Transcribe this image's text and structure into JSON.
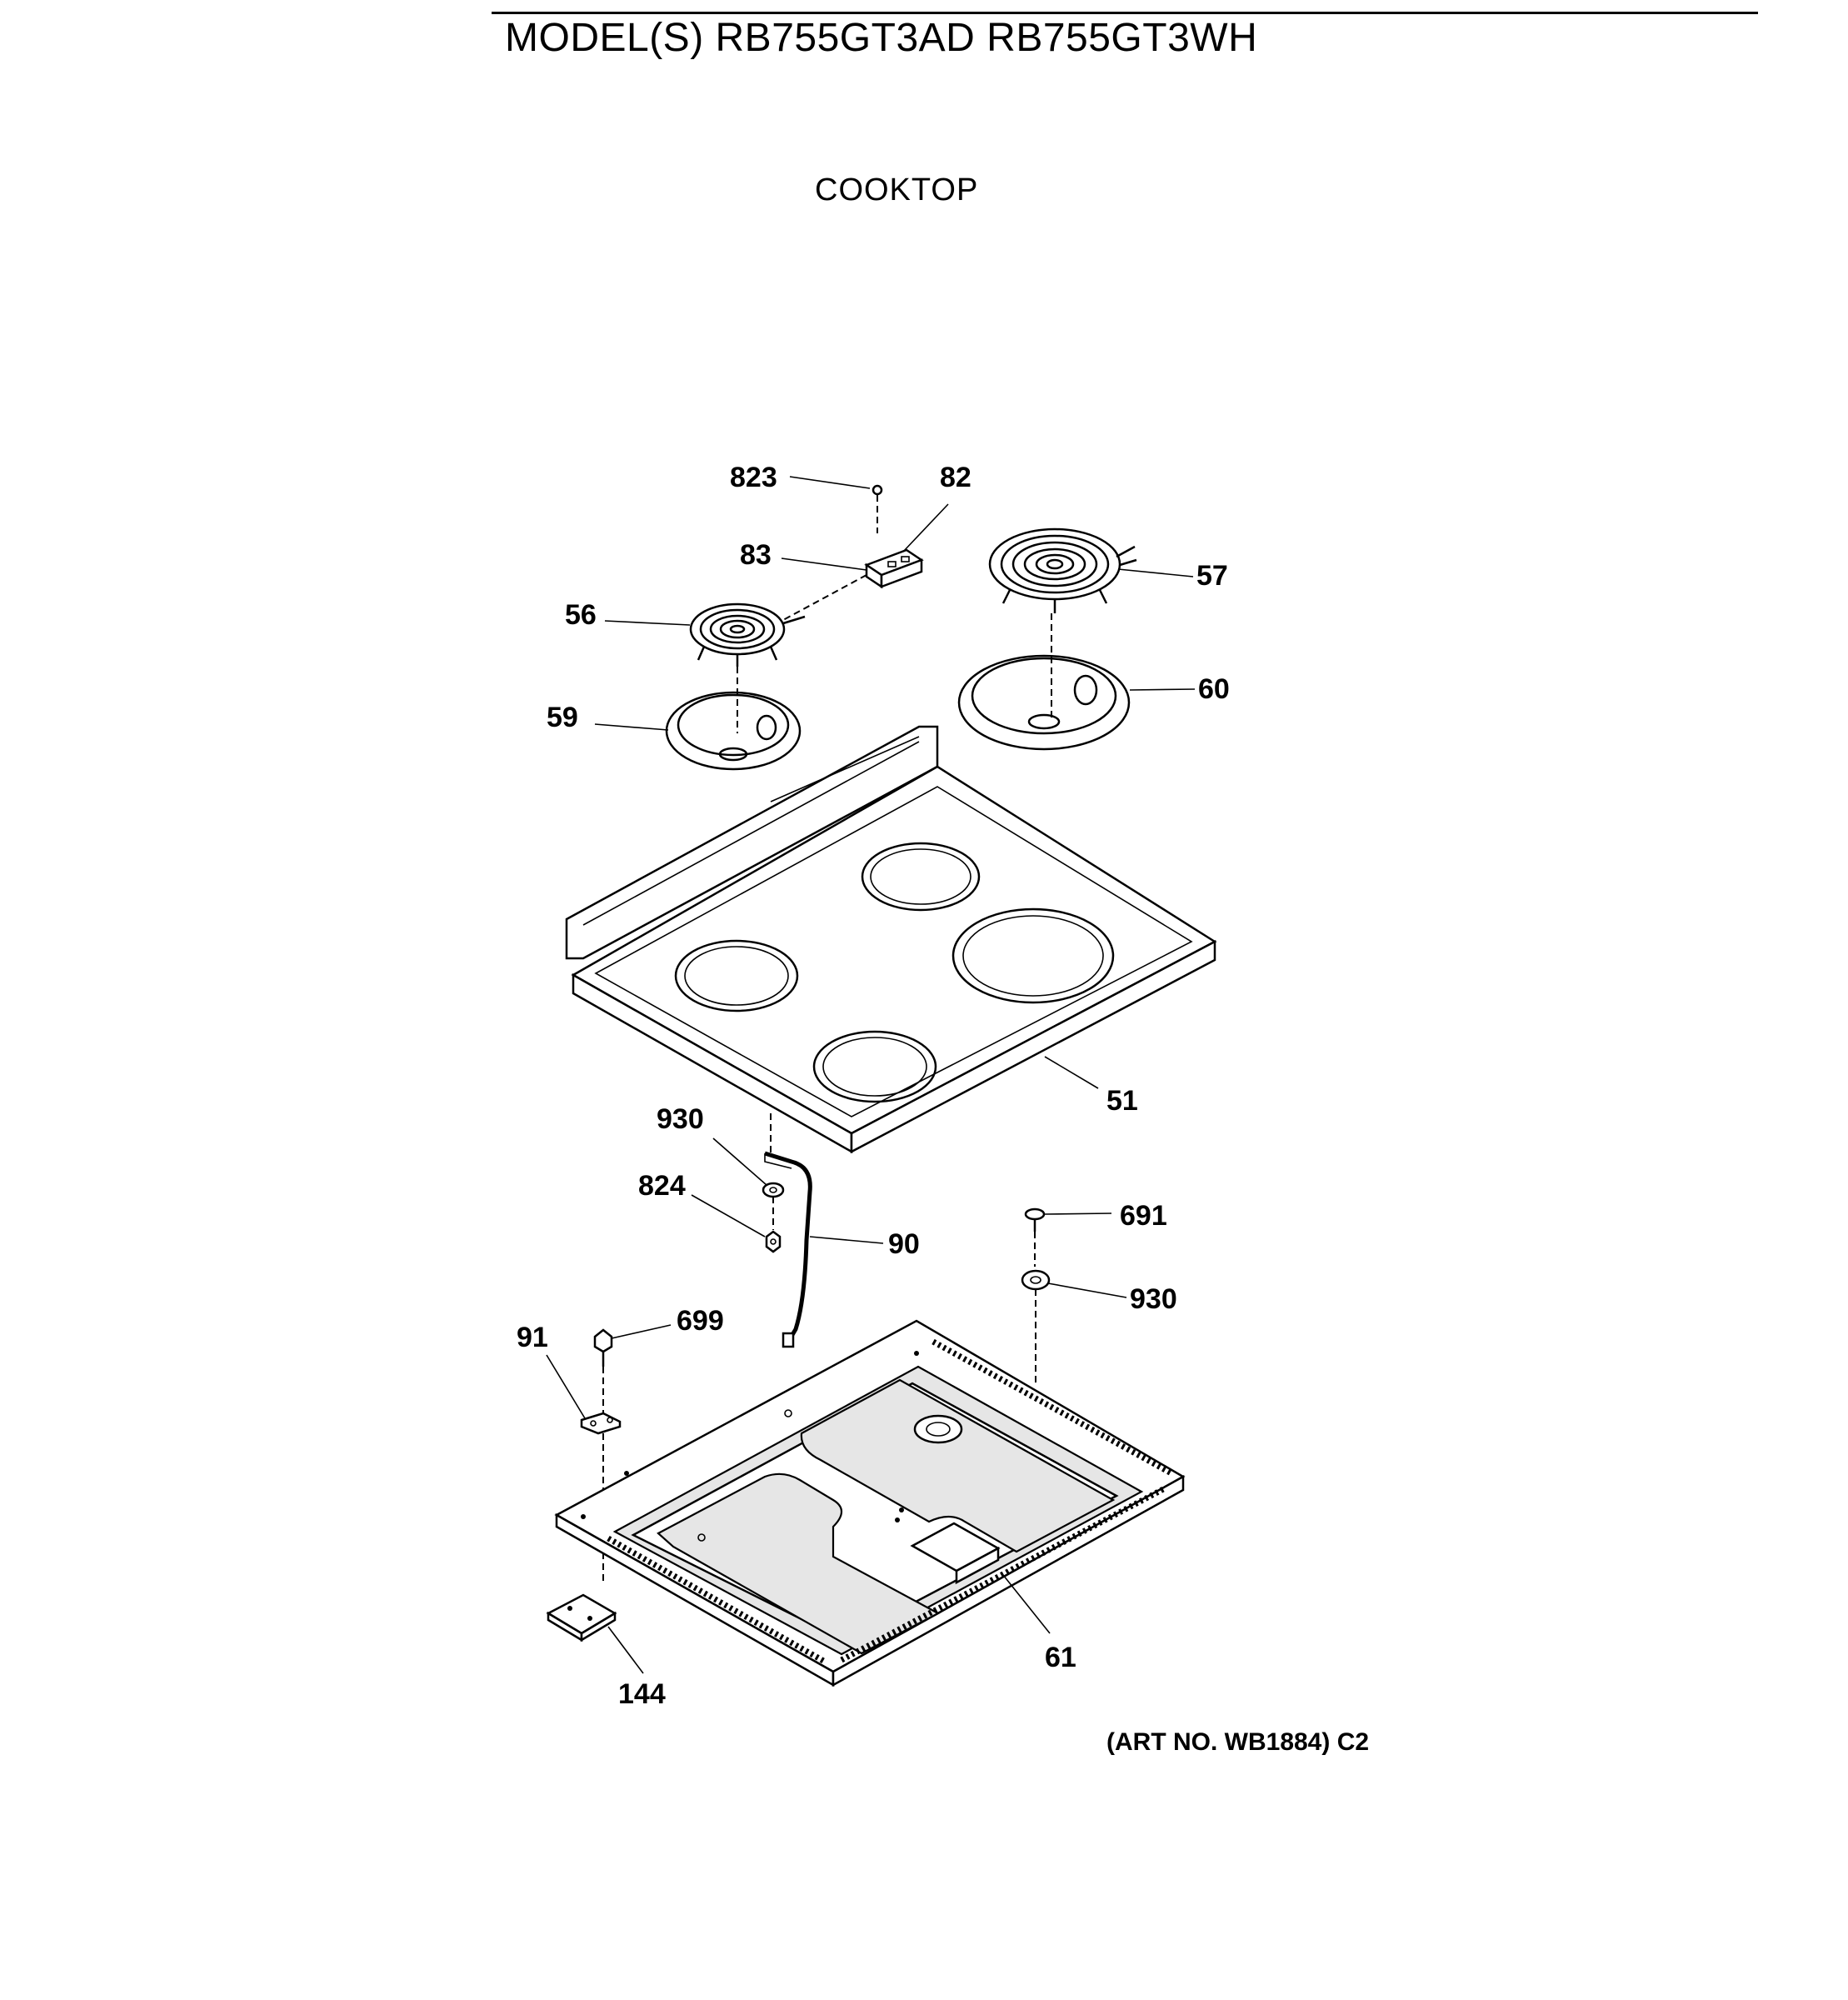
{
  "header": {
    "title": "MODEL(S) RB755GT3AD  RB755GT3WH",
    "section": "COOKTOP"
  },
  "footer": {
    "art_number": "(ART NO. WB1884) C2"
  },
  "callouts": {
    "c823": "823",
    "c82": "82",
    "c83": "83",
    "c57": "57",
    "c56": "56",
    "c60": "60",
    "c59": "59",
    "c51": "51",
    "c930a": "930",
    "c824": "824",
    "c90": "90",
    "c691": "691",
    "c930b": "930",
    "c91": "91",
    "c699": "699",
    "c61": "61",
    "c144": "144"
  }
}
